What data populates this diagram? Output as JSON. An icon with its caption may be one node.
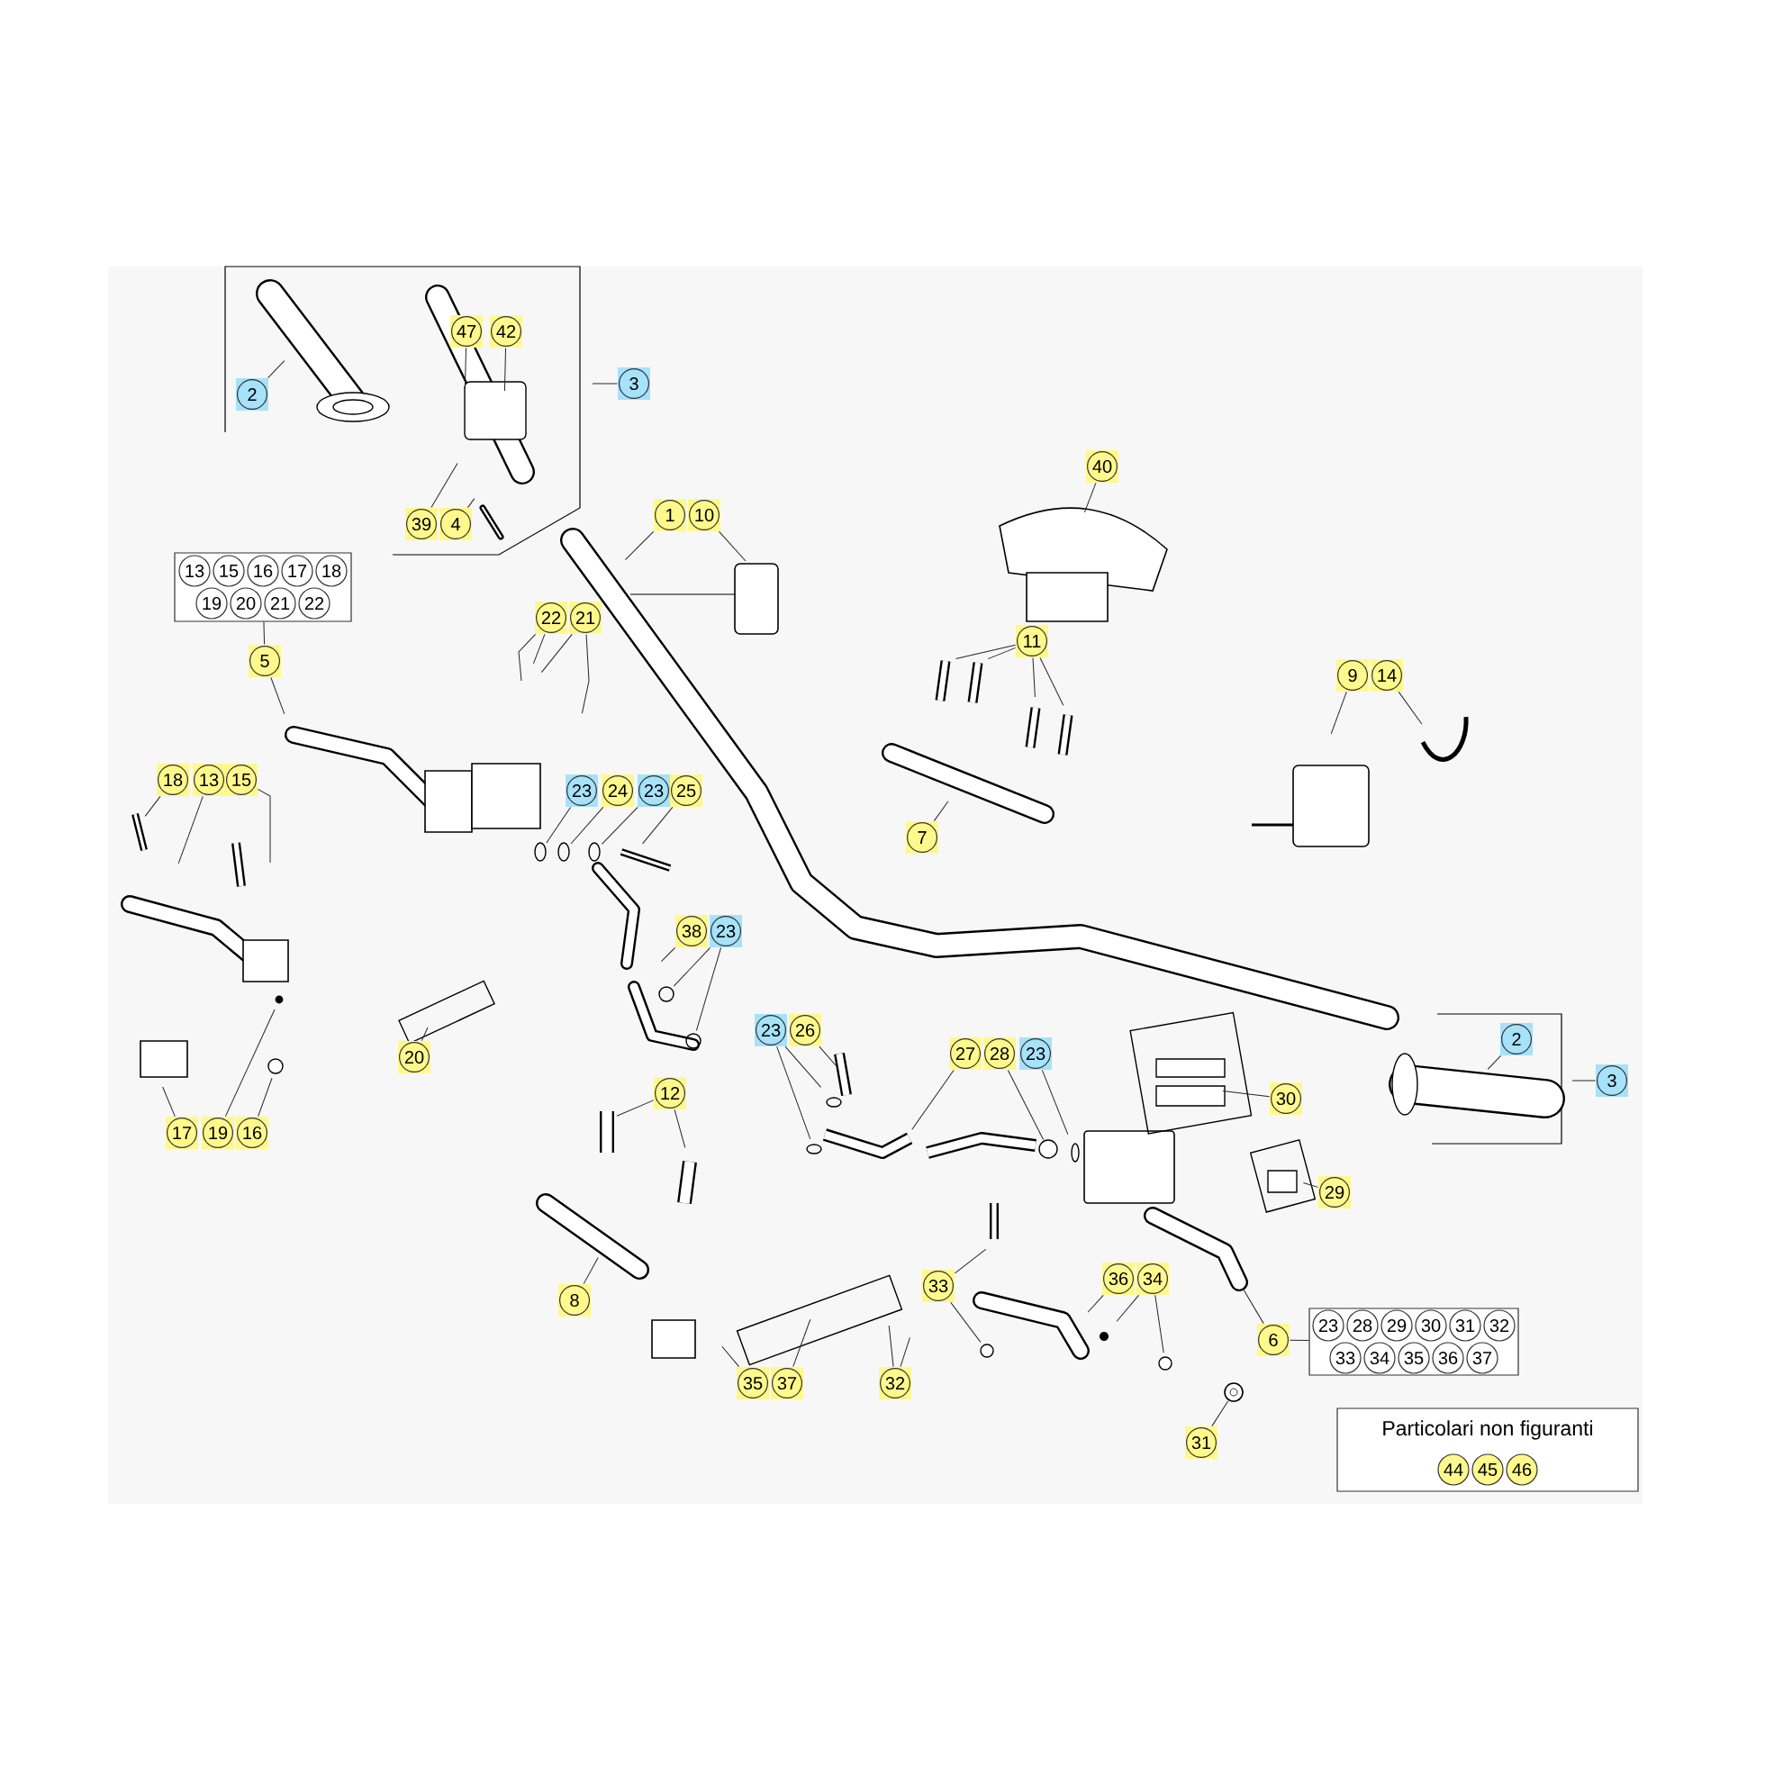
{
  "diagram": {
    "nodes": [
      {
        "text": [
          "2"
        ]
      },
      {
        "text": [
          "47"
        ]
      },
      {
        "text": [
          "42"
        ]
      },
      {
        "text": [
          "3"
        ]
      },
      {
        "text": [
          "39"
        ]
      },
      {
        "text": [
          "4"
        ]
      },
      {
        "text": [
          "1"
        ]
      },
      {
        "text": [
          "10"
        ]
      },
      {
        "text": [
          "13",
          "15",
          "16",
          "17",
          "18",
          "19",
          "20",
          "21",
          "22"
        ]
      },
      {
        "text": [
          "5"
        ]
      },
      {
        "text": [
          "22"
        ]
      },
      {
        "text": [
          "21"
        ]
      },
      {
        "text": [
          "40"
        ]
      },
      {
        "text": [
          "11"
        ]
      },
      {
        "text": [
          "9"
        ]
      },
      {
        "text": [
          "14"
        ]
      },
      {
        "text": [
          "18"
        ]
      },
      {
        "text": [
          "13"
        ]
      },
      {
        "text": [
          "15"
        ]
      },
      {
        "text": [
          "23"
        ]
      },
      {
        "text": [
          "24"
        ]
      },
      {
        "text": [
          "23"
        ]
      },
      {
        "text": [
          "25"
        ]
      },
      {
        "text": [
          "7"
        ]
      },
      {
        "text": [
          "38"
        ]
      },
      {
        "text": [
          "23"
        ]
      },
      {
        "text": [
          "20"
        ]
      },
      {
        "text": [
          "23"
        ]
      },
      {
        "text": [
          "26"
        ]
      },
      {
        "text": [
          "27"
        ]
      },
      {
        "text": [
          "28"
        ]
      },
      {
        "text": [
          "23"
        ]
      },
      {
        "text": [
          "2"
        ]
      },
      {
        "text": [
          "3"
        ]
      },
      {
        "text": [
          "12"
        ]
      },
      {
        "text": [
          "30"
        ]
      },
      {
        "text": [
          "17"
        ]
      },
      {
        "text": [
          "19"
        ]
      },
      {
        "text": [
          "16"
        ]
      },
      {
        "text": [
          "29"
        ]
      },
      {
        "text": [
          "33"
        ]
      },
      {
        "text": [
          "36"
        ]
      },
      {
        "text": [
          "34"
        ]
      },
      {
        "text": [
          "8"
        ]
      },
      {
        "text": [
          "6"
        ]
      },
      {
        "text": [
          "23",
          "28",
          "29",
          "30",
          "31",
          "32",
          "33",
          "34",
          "35",
          "36",
          "37"
        ]
      },
      {
        "text": [
          "35"
        ]
      },
      {
        "text": [
          "37"
        ]
      },
      {
        "text": [
          "32"
        ]
      },
      {
        "text": [
          "31"
        ]
      },
      {
        "text": [
          "Particolari non figuranti",
          "44",
          "45",
          "46"
        ]
      }
    ],
    "edges": [
      {
        "from": 0,
        "to": null,
        "arrow": "none"
      },
      {
        "from": 1,
        "to": null,
        "arrow": "none"
      },
      {
        "from": 2,
        "to": null,
        "arrow": "none"
      },
      {
        "from": 3,
        "to": null,
        "arrow": "none"
      },
      {
        "from": 4,
        "to": null,
        "arrow": "none"
      },
      {
        "from": 5,
        "to": null,
        "arrow": "none"
      },
      {
        "from": 6,
        "to": null,
        "arrow": "none"
      },
      {
        "from": 7,
        "to": null,
        "arrow": "none"
      },
      {
        "from": 8,
        "to": 9,
        "arrow": "none"
      },
      {
        "from": 9,
        "to": null,
        "arrow": "none"
      },
      {
        "from": 10,
        "to": null,
        "arrow": "none"
      },
      {
        "from": 10,
        "to": null,
        "arrow": "none"
      },
      {
        "from": 11,
        "to": null,
        "arrow": "none"
      },
      {
        "from": 11,
        "to": null,
        "arrow": "none"
      },
      {
        "from": 12,
        "to": null,
        "arrow": "none"
      },
      {
        "from": 13,
        "to": null,
        "arrow": "none"
      },
      {
        "from": 13,
        "to": null,
        "arrow": "none"
      },
      {
        "from": 13,
        "to": null,
        "arrow": "none"
      },
      {
        "from": 13,
        "to": null,
        "arrow": "none"
      },
      {
        "from": 23,
        "to": null,
        "arrow": "none"
      },
      {
        "from": 14,
        "to": null,
        "arrow": "none"
      },
      {
        "from": 15,
        "to": null,
        "arrow": "none"
      },
      {
        "from": 16,
        "to": null,
        "arrow": "none"
      },
      {
        "from": 17,
        "to": null,
        "arrow": "none"
      },
      {
        "from": 18,
        "to": null,
        "arrow": "none"
      },
      {
        "from": 19,
        "to": null,
        "arrow": "none"
      },
      {
        "from": 20,
        "to": null,
        "arrow": "none"
      },
      {
        "from": 21,
        "to": null,
        "arrow": "none"
      },
      {
        "from": 22,
        "to": null,
        "arrow": "none"
      },
      {
        "from": 24,
        "to": null,
        "arrow": "none"
      },
      {
        "from": 25,
        "to": null,
        "arrow": "none"
      },
      {
        "from": 25,
        "to": null,
        "arrow": "none"
      },
      {
        "from": 26,
        "to": null,
        "arrow": "none"
      },
      {
        "from": 27,
        "to": null,
        "arrow": "none"
      },
      {
        "from": 27,
        "to": null,
        "arrow": "none"
      },
      {
        "from": 28,
        "to": null,
        "arrow": "none"
      },
      {
        "from": 29,
        "to": null,
        "arrow": "none"
      },
      {
        "from": 30,
        "to": null,
        "arrow": "none"
      },
      {
        "from": 31,
        "to": null,
        "arrow": "none"
      },
      {
        "from": 32,
        "to": null,
        "arrow": "none"
      },
      {
        "from": 33,
        "to": null,
        "arrow": "none"
      },
      {
        "from": 34,
        "to": null,
        "arrow": "none"
      },
      {
        "from": 34,
        "to": null,
        "arrow": "none"
      },
      {
        "from": 35,
        "to": null,
        "arrow": "none"
      },
      {
        "from": 36,
        "to": null,
        "arrow": "none"
      },
      {
        "from": 37,
        "to": null,
        "arrow": "none"
      },
      {
        "from": 38,
        "to": null,
        "arrow": "none"
      },
      {
        "from": 39,
        "to": null,
        "arrow": "none"
      },
      {
        "from": 40,
        "to": null,
        "arrow": "none"
      },
      {
        "from": 40,
        "to": null,
        "arrow": "none"
      },
      {
        "from": 41,
        "to": null,
        "arrow": "none"
      },
      {
        "from": 42,
        "to": null,
        "arrow": "none"
      },
      {
        "from": 42,
        "to": null,
        "arrow": "none"
      },
      {
        "from": 43,
        "to": null,
        "arrow": "none"
      },
      {
        "from": 44,
        "to": null,
        "arrow": "none"
      },
      {
        "from": 44,
        "to": 45,
        "arrow": "none"
      },
      {
        "from": 46,
        "to": null,
        "arrow": "none"
      },
      {
        "from": 47,
        "to": null,
        "arrow": "none"
      },
      {
        "from": 48,
        "to": null,
        "arrow": "none"
      },
      {
        "from": 48,
        "to": null,
        "arrow": "none"
      },
      {
        "from": 49,
        "to": null,
        "arrow": "none"
      }
    ]
  }
}
